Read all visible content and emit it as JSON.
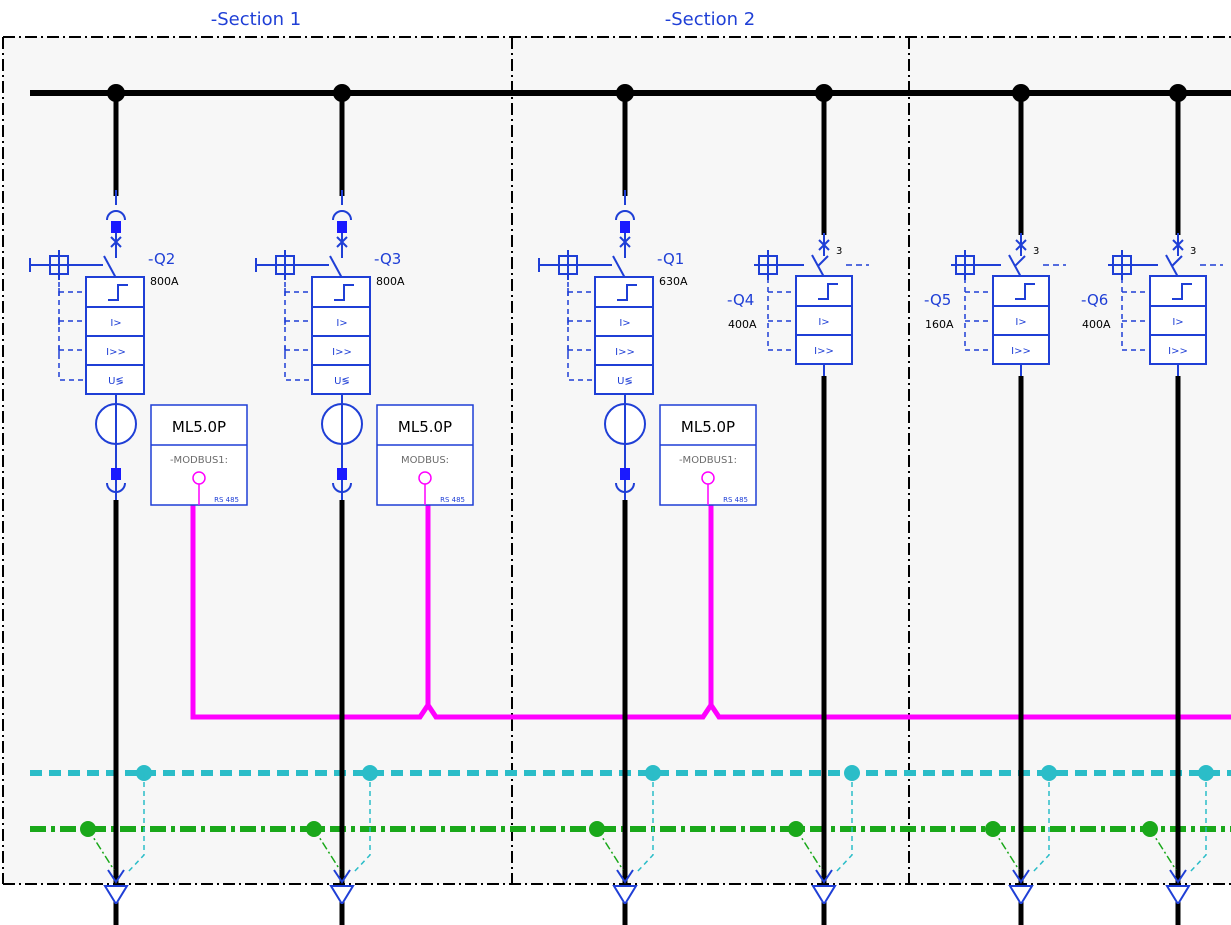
{
  "colors": {
    "busbar": "#000000",
    "device": "#1f3fd6",
    "fill_blue": "#1a1aff",
    "comm_bus": "#ff00ff",
    "cyan_line": "#2bbdc8",
    "green_line": "#1aa81a",
    "background": "#f7f7f7"
  },
  "sections": [
    {
      "title": "-Section 1"
    },
    {
      "title": "-Section 2"
    }
  ],
  "feeders": [
    {
      "tag": "-Q2",
      "rating": "800A",
      "type": "withdrawable",
      "relays": [
        "I>",
        "I>>",
        "U≶"
      ],
      "meter": {
        "title": "ML5.0P",
        "address": "-MODBUS1:",
        "port": "RS 485"
      }
    },
    {
      "tag": "-Q3",
      "rating": "800A",
      "type": "withdrawable",
      "relays": [
        "I>",
        "I>>",
        "U≶"
      ],
      "meter": {
        "title": "ML5.0P",
        "address": "MODBUS:",
        "port": "RS 485"
      }
    },
    {
      "tag": "-Q1",
      "rating": "630A",
      "type": "withdrawable",
      "relays": [
        "I>",
        "I>>",
        "U≶"
      ],
      "meter": {
        "title": "ML5.0P",
        "address": "-MODBUS1:",
        "port": "RS 485"
      }
    },
    {
      "tag": "-Q4",
      "rating": "400A",
      "type": "fixed",
      "poles": "3",
      "relays": [
        "I>",
        "I>>"
      ]
    },
    {
      "tag": "-Q5",
      "rating": "160A",
      "type": "fixed",
      "poles": "3",
      "relays": [
        "I>",
        "I>>"
      ]
    },
    {
      "tag": "-Q6",
      "rating": "400A",
      "type": "fixed",
      "poles": "3",
      "relays": [
        "I>",
        "I>>"
      ]
    }
  ]
}
